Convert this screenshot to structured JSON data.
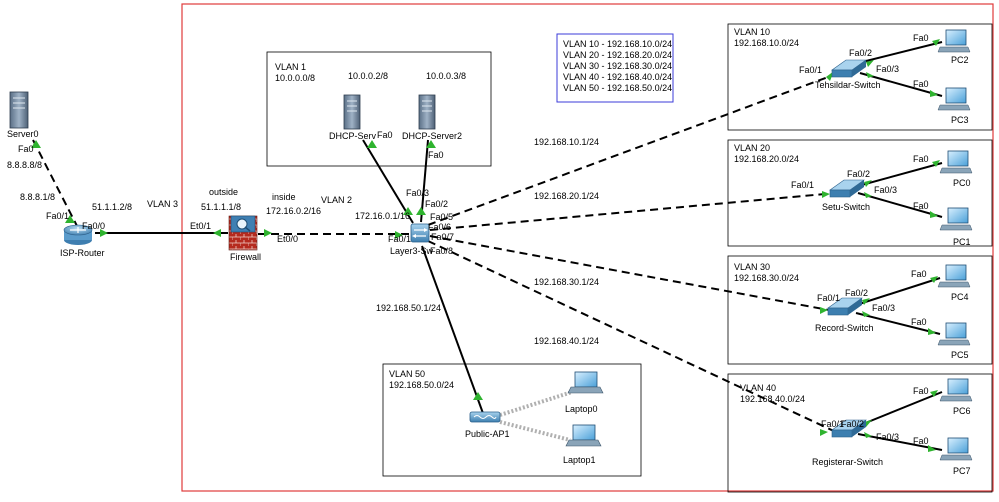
{
  "vlan_legend": [
    "VLAN 10 - 192.168.10.0/24",
    "VLAN 20 - 192.168.20.0/24",
    "VLAN 30 - 192.168.30.0/24",
    "VLAN 40 - 192.168.40.0/24",
    "VLAN 50 - 192.168.50.0/24"
  ],
  "zones": {
    "vlan1": {
      "title": "VLAN 1",
      "subnet": "10.0.0.0/8"
    },
    "vlan10": {
      "title": "VLAN 10",
      "subnet": "192.168.10.0/24"
    },
    "vlan20": {
      "title": "VLAN 20",
      "subnet": "192.168.20.0/24"
    },
    "vlan30": {
      "title": "VLAN 30",
      "subnet": "192.168.30.0/24"
    },
    "vlan40": {
      "title": "VLAN 40",
      "subnet": "192.168.40.0/24"
    },
    "vlan50": {
      "title": "VLAN 50",
      "subnet": "192.168.50.0/24"
    }
  },
  "devices": {
    "server0": "Server0",
    "isp_router": "ISP-Router",
    "firewall": "Firewall",
    "dhcp_server1": "DHCP-Serv",
    "dhcp_server2": "DHCP-Server2",
    "layer3_switch": "Layer3-Sw",
    "public_ap": "Public-AP1",
    "laptop0": "Laptop0",
    "laptop1": "Laptop1",
    "tehsildar_switch": "Tehsildar-Switch",
    "setu_switch": "Setu-Switch",
    "record_switch": "Record-Switch",
    "registerar_switch": "Registerar-Switch",
    "pc0": "PC0",
    "pc1": "PC1",
    "pc2": "PC2",
    "pc3": "PC3",
    "pc4": "PC4",
    "pc5": "PC5",
    "pc6": "PC6",
    "pc7": "PC7"
  },
  "labels": {
    "server_fa0": "Fa0",
    "server_ip": "8.8.8.8/8",
    "router_ip_server_side": "8.8.8.1/8",
    "router_fa01": "Fa0/1",
    "router_fa00": "Fa0/0",
    "router_ip_wan": "51.1.1.2/8",
    "vlan3": "VLAN 3",
    "outside": "outside",
    "fw_outside_ip": "51.1.1.1/8",
    "fw_et01": "Et0/1",
    "inside": "inside",
    "fw_inside_ip": "172.16.0.2/16",
    "fw_et00": "Et0/0",
    "vlan2": "VLAN 2",
    "l3_ip_inside": "172.16.0.1/16",
    "l3_fa01": "Fa0/1",
    "l3_fa02": "Fa0/2",
    "l3_fa03": "Fa0/3",
    "l3_fa05": "Fa0/5",
    "l3_fa06": "Fa0/6",
    "l3_fa07": "Fa0/7",
    "l3_fa08": "Fa0/8",
    "dhcp1_ip": "10.0.0.2/8",
    "dhcp2_ip": "10.0.0.3/8",
    "dhcp1_fa0": "Fa0",
    "dhcp2_fa0": "Fa0",
    "gw10": "192.168.10.1/24",
    "gw20": "192.168.20.1/24",
    "gw30": "192.168.30.1/24",
    "gw40": "192.168.40.1/24",
    "gw50": "192.168.50.1/24",
    "teh_fa01": "Fa0/1",
    "teh_fa02": "Fa0/2",
    "teh_fa03": "Fa0/3",
    "pc2_fa0": "Fa0",
    "pc3_fa0": "Fa0",
    "setu_fa01": "Fa0/1",
    "setu_fa02": "Fa0/2",
    "setu_fa03": "Fa0/3",
    "pc0_fa0": "Fa0",
    "pc1_fa0": "Fa0",
    "rec_fa01": "Fa0/1",
    "rec_fa02": "Fa0/2",
    "rec_fa03": "Fa0/3",
    "pc4_fa0": "Fa0",
    "pc5_fa0": "Fa0",
    "reg_fa01": "Fa0/1",
    "reg_fa02": "Fa0/2",
    "reg_fa03": "Fa0/3",
    "pc6_fa0": "Fa0",
    "pc7_fa0": "Fa0"
  },
  "colors": {
    "boundary": "#e03b3b",
    "legend_border": "#3b3bd9",
    "zone_border": "#000000",
    "link": "#000000",
    "port_up": "#2fb32f",
    "wireless": "#b0b0b0"
  }
}
